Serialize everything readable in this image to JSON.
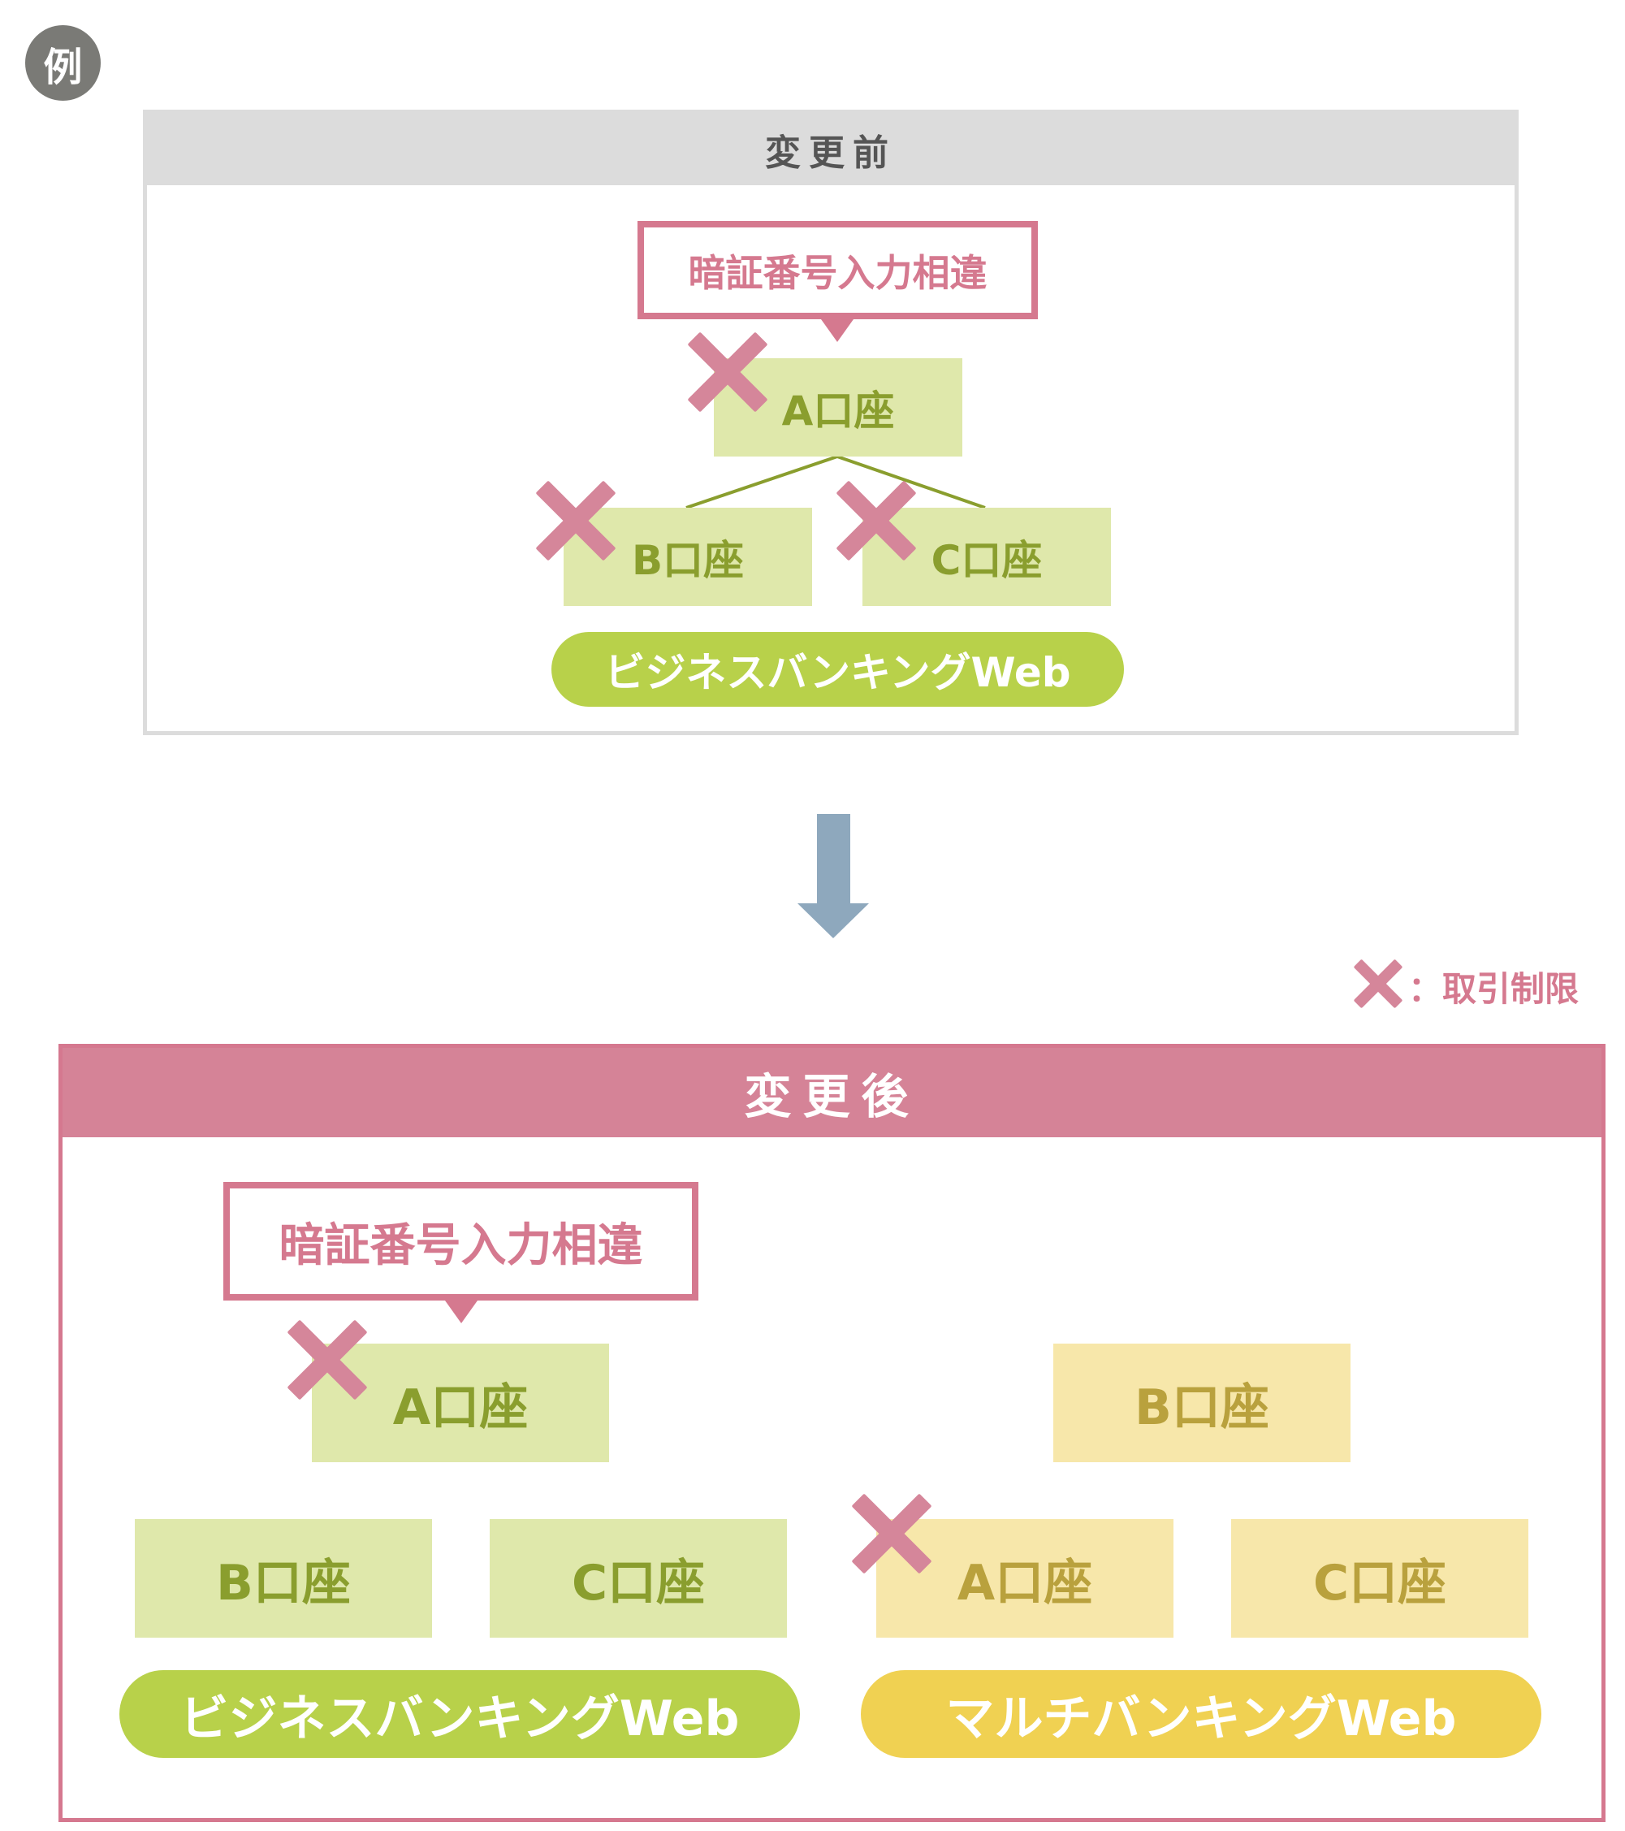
{
  "example_label": "例",
  "legend": {
    "label": "：取引制限"
  },
  "before": {
    "title": "変更前",
    "callout": "暗証番号入力相違",
    "parent": "A口座",
    "children": [
      "B口座",
      "C口座"
    ],
    "service": "ビジネスバンキングWeb"
  },
  "after": {
    "title": "変更後",
    "left": {
      "callout": "暗証番号入力相違",
      "parent": "A口座",
      "children": [
        "B口座",
        "C口座"
      ],
      "service": "ビジネスバンキングWeb"
    },
    "right": {
      "parent": "B口座",
      "children": [
        "A口座",
        "C口座"
      ],
      "service": "マルチバンキングWeb"
    }
  },
  "colors": {
    "pink": "#d5798f",
    "green_box": "#dfe8ab",
    "green_text": "#8a9e2e",
    "green_pill": "#b8d14a",
    "yellow_box": "#f7e7aa",
    "yellow_text": "#b9a13d",
    "yellow_pill": "#f0d152",
    "arrow": "#8ea8bd"
  }
}
